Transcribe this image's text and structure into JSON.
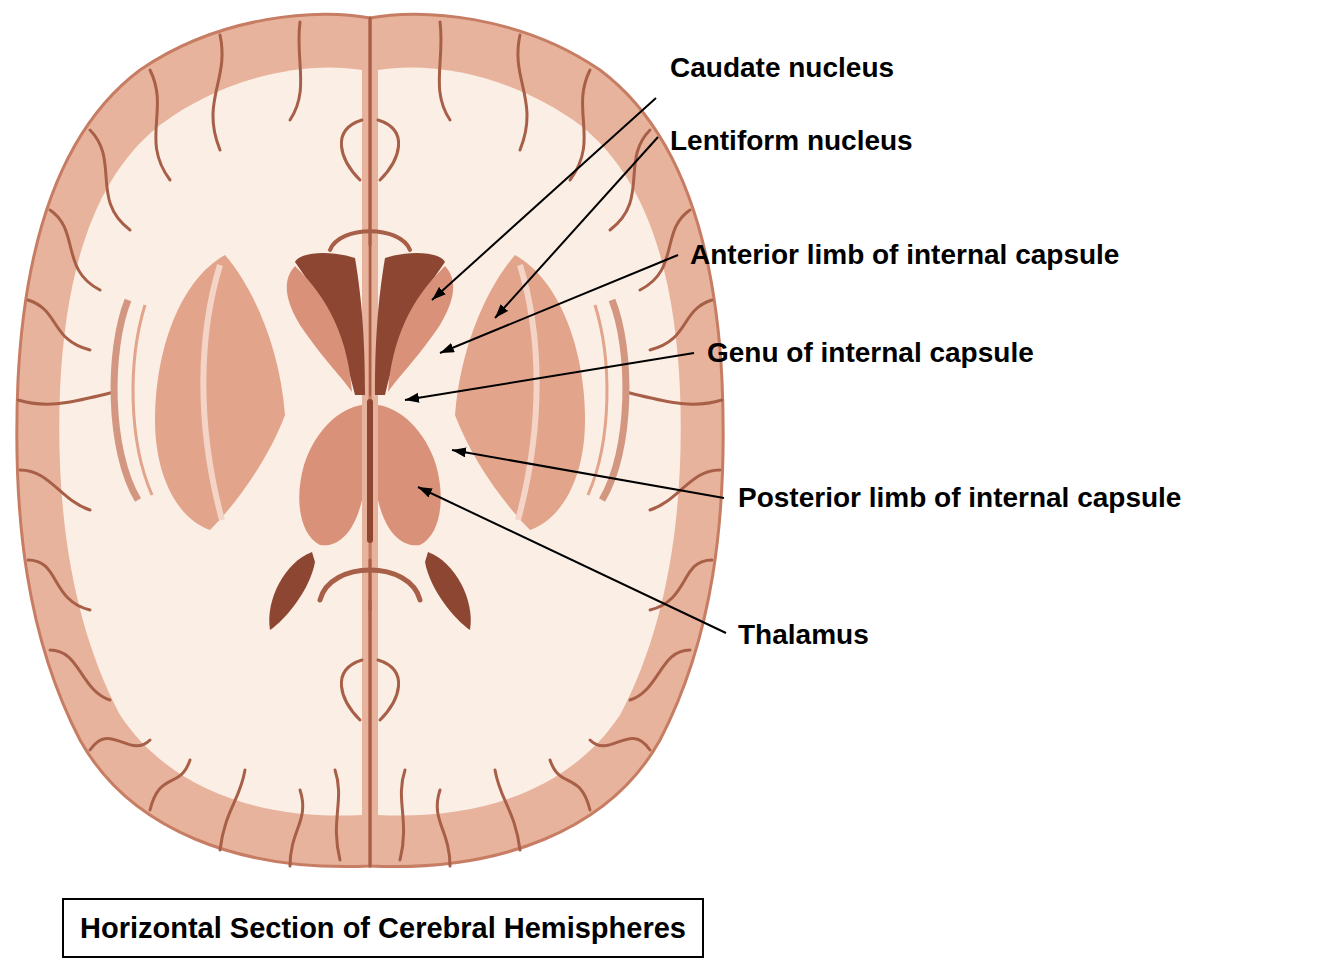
{
  "diagram": {
    "caption": "Horizontal Section of Cerebral Hemispheres",
    "labels": [
      "Caudate nucleus",
      "Lentiform nucleus",
      "Anterior limb of internal capsule",
      "Genu of internal capsule",
      "Posterior limb of internal capsule",
      "Thalamus"
    ]
  }
}
